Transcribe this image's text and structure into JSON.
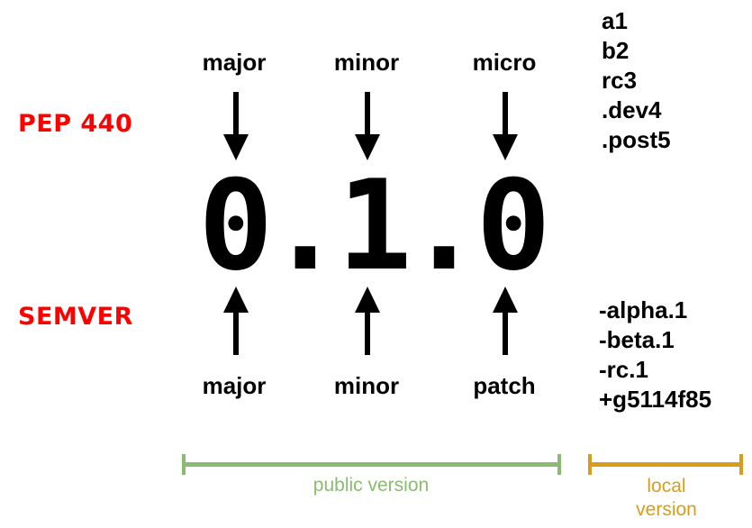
{
  "diagram": {
    "version_number": "0.1.0",
    "pep440": {
      "label": "PEP 440",
      "fields": [
        "major",
        "minor",
        "micro"
      ],
      "suffixes": [
        "a1",
        "b2",
        "rc3",
        ".dev4",
        ".post5"
      ]
    },
    "semver": {
      "label": "SEMVER",
      "fields": [
        "major",
        "minor",
        "patch"
      ],
      "suffixes": [
        "-alpha.1",
        "-beta.1",
        "-rc.1",
        "+g5114f85"
      ]
    },
    "spans": {
      "public": {
        "label": "public version",
        "color": "#8bba71"
      },
      "local": {
        "label": "local version",
        "color": "#d79d1b"
      }
    },
    "colors": {
      "heading": "#fe0000",
      "text": "#000000"
    }
  }
}
